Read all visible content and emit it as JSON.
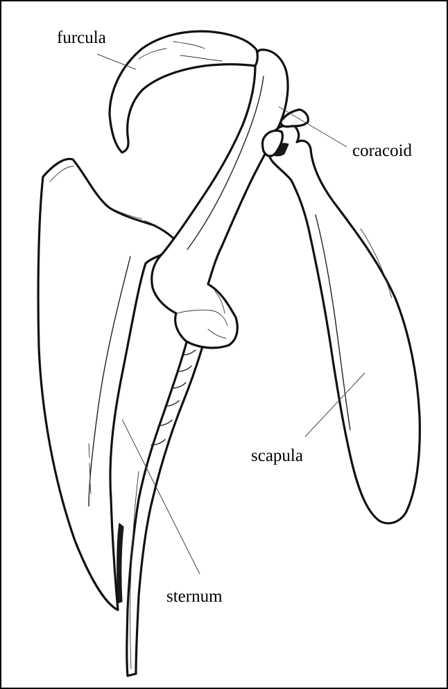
{
  "labels": {
    "furcula": "furcula",
    "coracoid": "coracoid",
    "scapula": "scapula",
    "sternum": "sternum"
  }
}
